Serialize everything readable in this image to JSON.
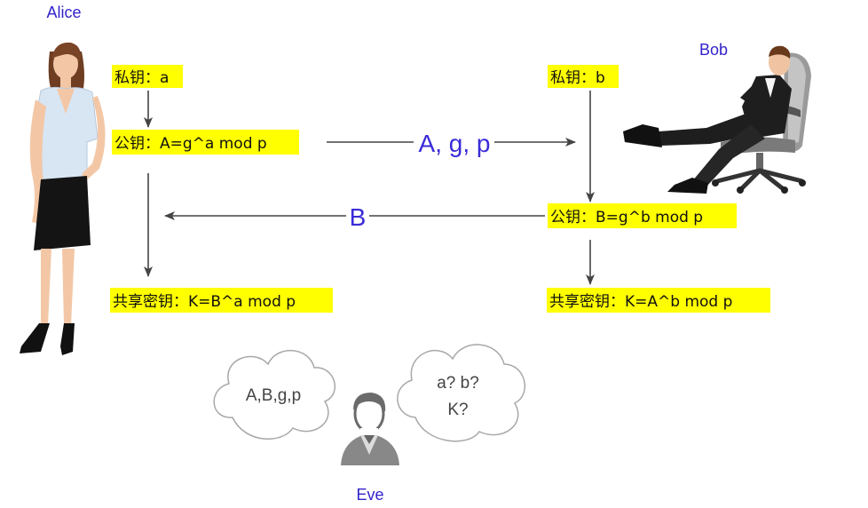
{
  "people": {
    "alice": "Alice",
    "bob": "Bob",
    "eve": "Eve"
  },
  "alice": {
    "private_key": "私钥：a",
    "public_key": "公钥：A=g^a mod p",
    "shared_key": "共享密钥：K=B^a mod p"
  },
  "bob": {
    "private_key": "私钥：b",
    "public_key": "公钥：B=g^b mod p",
    "shared_key": "共享密钥：K=A^b mod p"
  },
  "messages": {
    "to_bob": "A, g, p",
    "to_alice": "B"
  },
  "eve": {
    "knows": "A,B,g,p",
    "unknown_line1": "a?  b?",
    "unknown_line2": "K?"
  },
  "colors": {
    "highlight": "#ffff00",
    "label": "#3323cc",
    "message": "#3a2bd9",
    "arrow": "#444444"
  }
}
